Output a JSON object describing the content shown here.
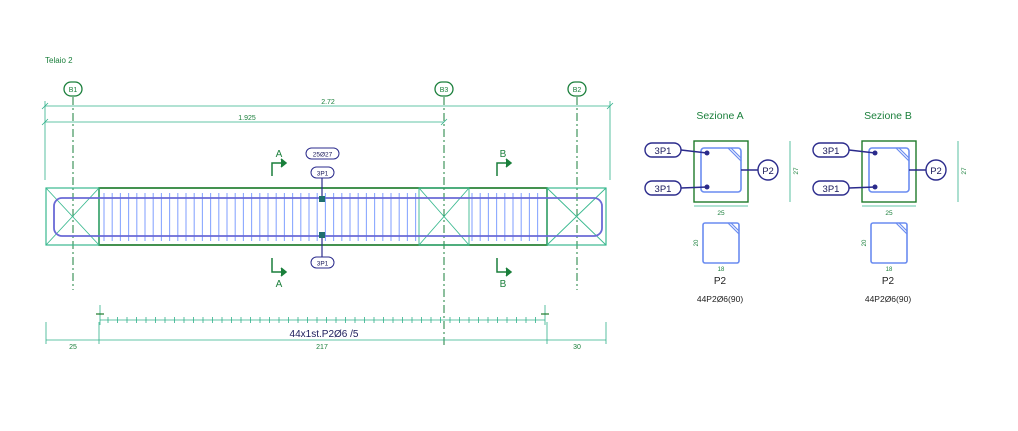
{
  "drawing": {
    "title": "Telaio 2",
    "colors": {
      "dim": "#2fb08a",
      "beam": "#1f7a2a",
      "stirrup": "#8aa7ff",
      "bar": "#2b2b8c",
      "hatch": "#39b98f",
      "text": "#222222"
    }
  },
  "elevation": {
    "axes": [
      "B1",
      "B3",
      "B2"
    ],
    "overall_dim": "2.72",
    "partial_dim": "1.925",
    "label_top_badge": "25Ø27",
    "label_top_bar": "3P1",
    "label_bottom_bar": "3P1",
    "section_a": "A",
    "section_b": "B",
    "stirrup_note": "44x1st.P2Ø6 /5",
    "bottom_dims": [
      "25",
      "217",
      "30"
    ]
  },
  "sections": [
    {
      "title": "Sezione A",
      "bar_top": "3P1",
      "bar_bottom": "3P1",
      "stirrup_tag": "P2",
      "width": "25",
      "height": "27",
      "stirrup_height": "20",
      "stirrup_width": "18",
      "stirrup_label": "P2",
      "stirrup_spec": "44P2Ø6(90)"
    },
    {
      "title": "Sezione B",
      "bar_top": "3P1",
      "bar_bottom": "3P1",
      "stirrup_tag": "P2",
      "width": "25",
      "height": "27",
      "stirrup_height": "20",
      "stirrup_width": "18",
      "stirrup_label": "P2",
      "stirrup_spec": "44P2Ø6(90)"
    }
  ]
}
